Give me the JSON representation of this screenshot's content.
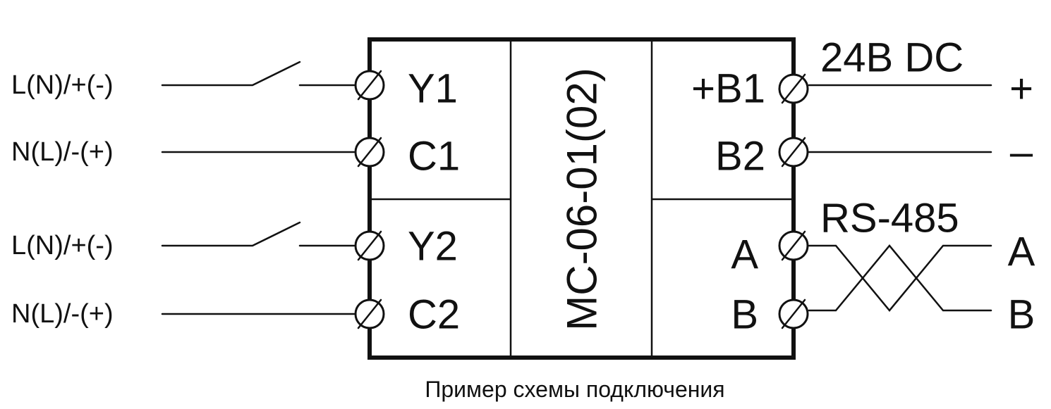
{
  "device": {
    "model": "МС-06-01(02)"
  },
  "left_inputs": [
    {
      "wire_label": "L(N)/+(-)",
      "terminal": "Y1",
      "has_switch": true
    },
    {
      "wire_label": "N(L)/-(+)",
      "terminal": "C1",
      "has_switch": false
    },
    {
      "wire_label": "L(N)/+(-)",
      "terminal": "Y2",
      "has_switch": true
    },
    {
      "wire_label": "N(L)/-(+)",
      "terminal": "C2",
      "has_switch": false
    }
  ],
  "right_power": {
    "heading": "24B DC",
    "terminals": [
      {
        "terminal": "+B1",
        "wire_label": "+"
      },
      {
        "terminal": "B2",
        "wire_label": "–"
      }
    ]
  },
  "right_bus": {
    "heading": "RS-485",
    "terminals": [
      {
        "terminal": "A",
        "wire_label": "A"
      },
      {
        "terminal": "B",
        "wire_label": "B"
      }
    ]
  },
  "caption": "Пример схемы подключения"
}
